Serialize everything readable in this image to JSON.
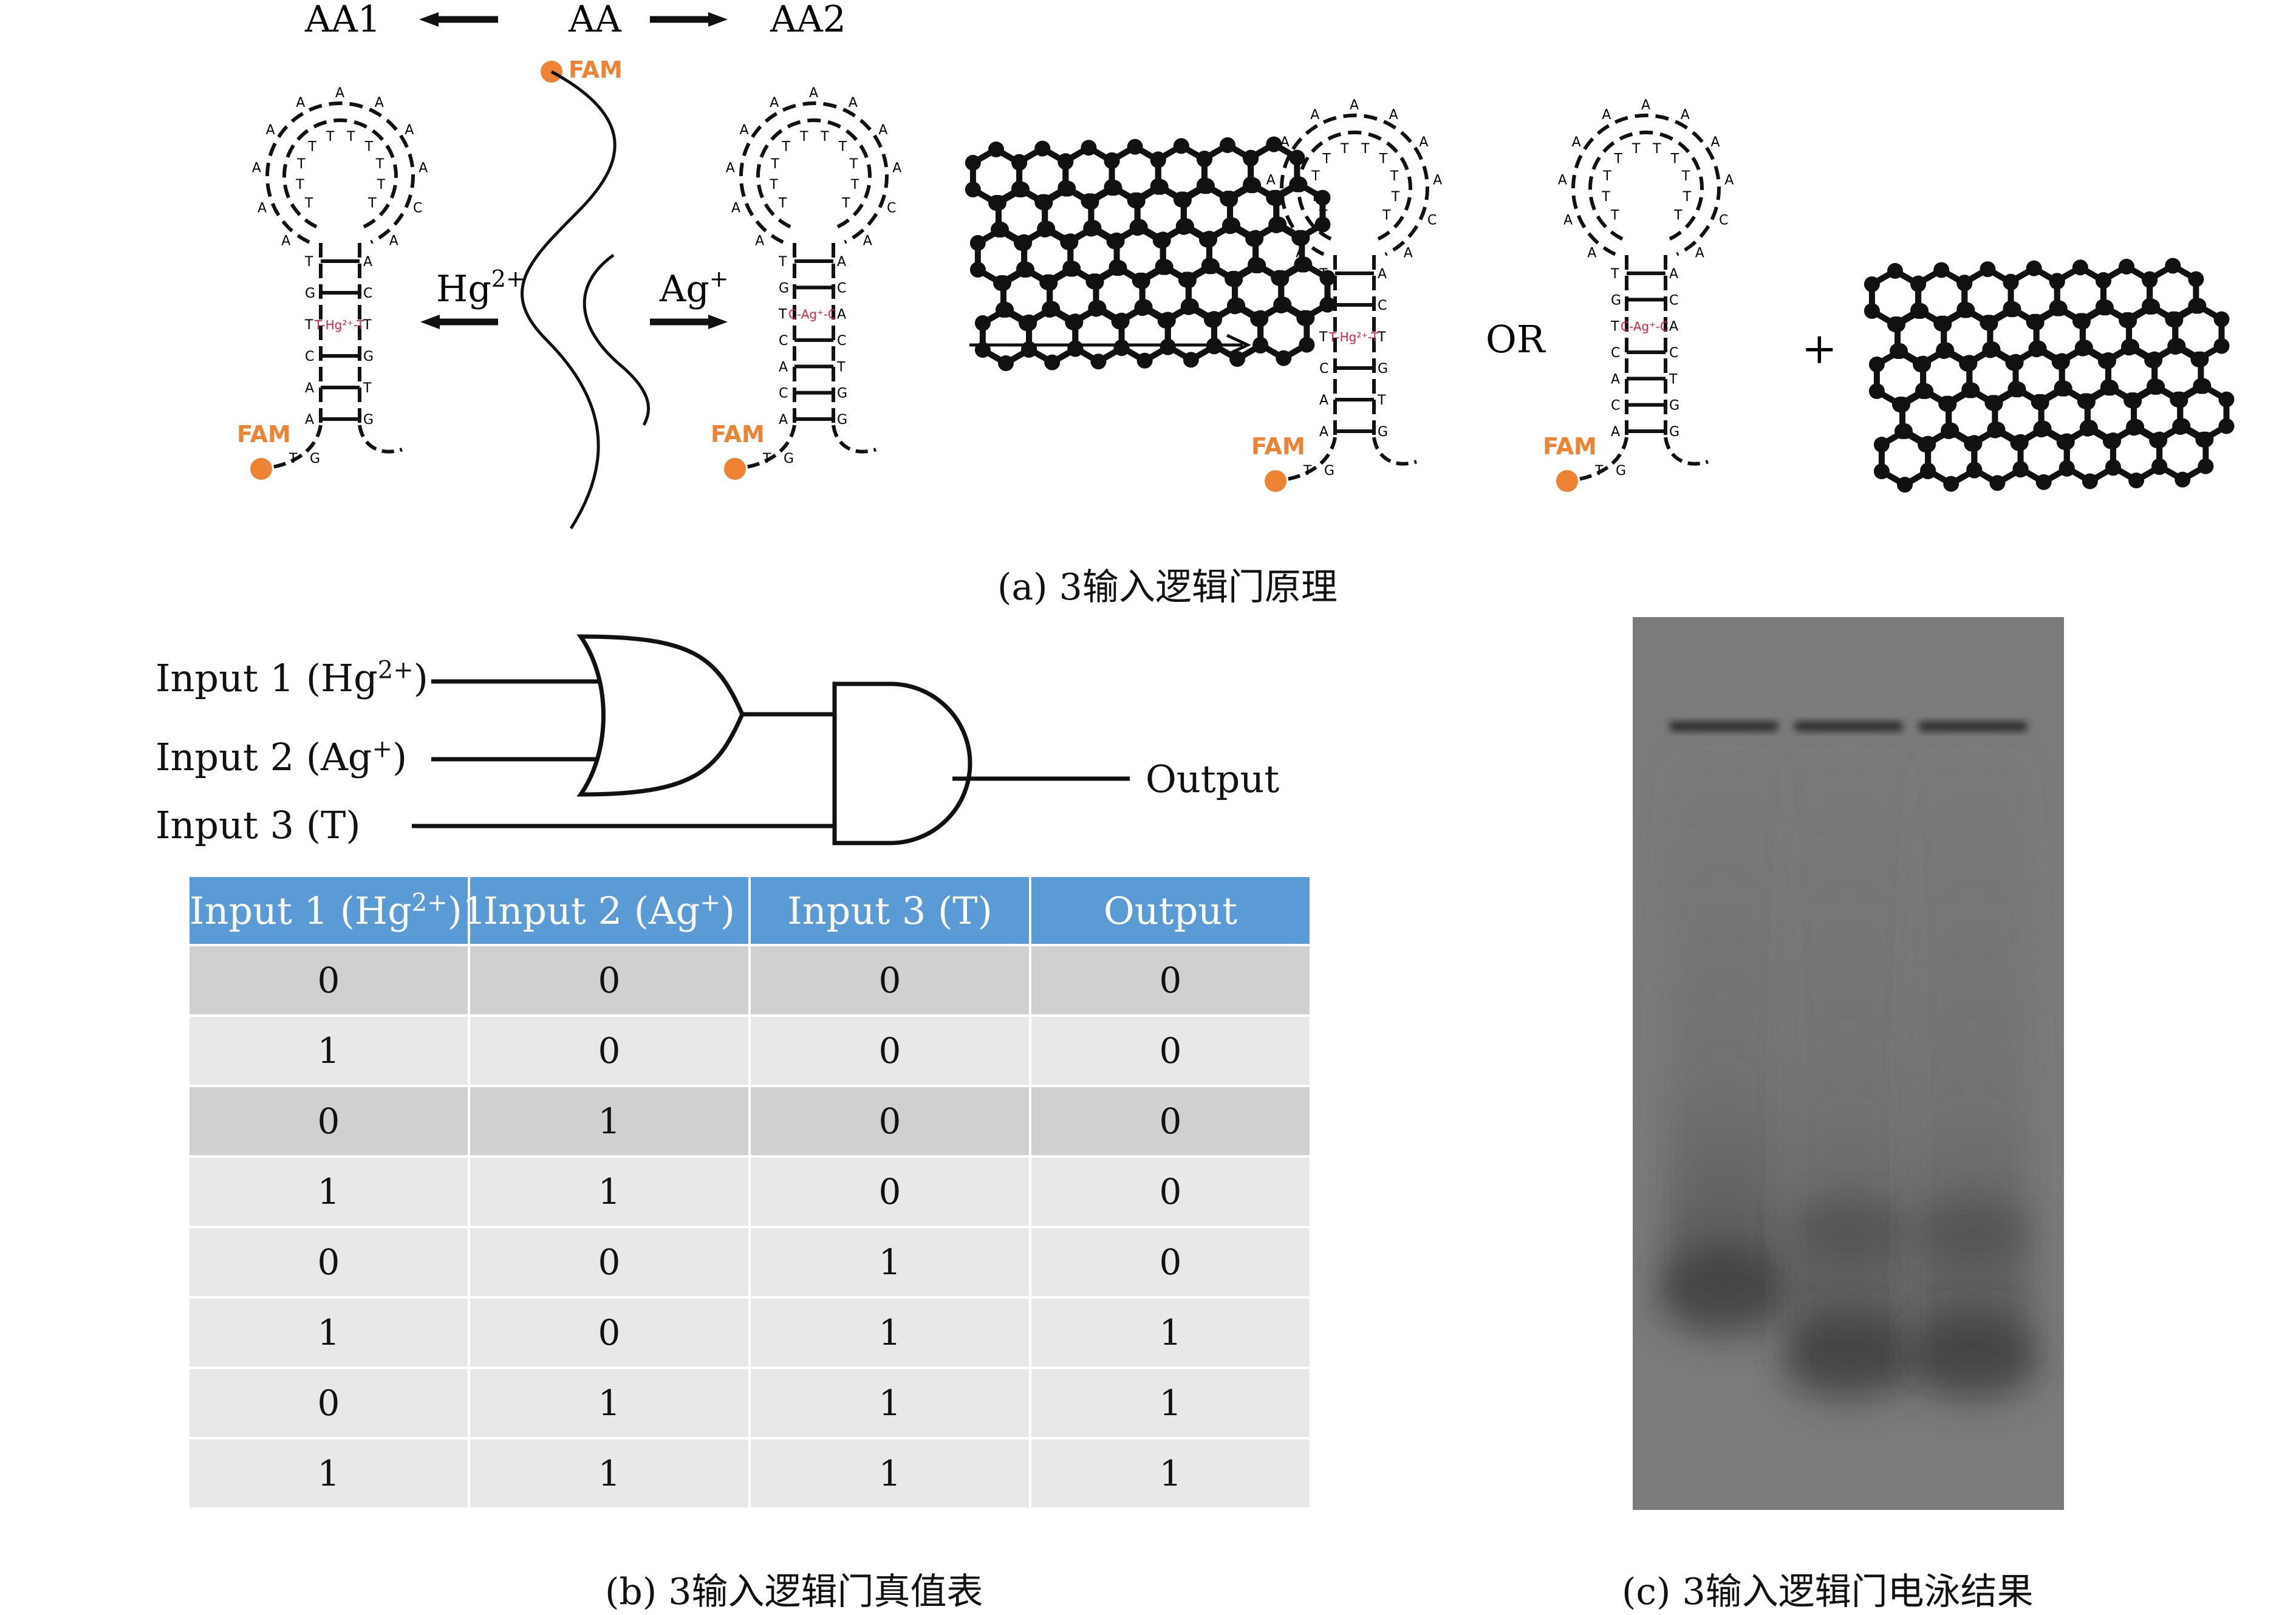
{
  "panel_a": {
    "caption": "(a) 3输入逻辑门原理",
    "top_left_label": "AA1",
    "top_center_label": "AA",
    "top_right_label": "AA2",
    "hg_label": "Hg",
    "hg_sup": "2+",
    "ag_label": "Ag",
    "ag_sup": "+",
    "fam_label": "FAM",
    "or_label": "OR",
    "plus_label": "+",
    "hairpin1": {
      "loop_outer": [
        "A",
        "A",
        "A",
        "A",
        "A",
        "A",
        "A",
        "A",
        "A",
        "C",
        "A"
      ],
      "loop_inner": [
        "T",
        "T",
        "T",
        "T",
        "T",
        "T",
        "T",
        "T",
        "T",
        "T"
      ],
      "stem_left": [
        "T",
        "G",
        "T",
        "C",
        "A",
        "A"
      ],
      "stem_right": [
        "A",
        "C",
        "T",
        "G",
        "T",
        "G"
      ],
      "mismatch": "T-Hg²⁺-T",
      "tail": [
        "G",
        "T"
      ]
    },
    "hairpin2": {
      "loop_outer": [
        "A",
        "A",
        "A",
        "A",
        "A",
        "A",
        "A",
        "A",
        "A",
        "C",
        "A"
      ],
      "loop_inner": [
        "T",
        "T",
        "T",
        "T",
        "T",
        "T",
        "T",
        "T",
        "T",
        "T"
      ],
      "stem_left": [
        "T",
        "G",
        "T",
        "C",
        "A",
        "C",
        "A"
      ],
      "stem_right": [
        "A",
        "C",
        "A",
        "C",
        "T",
        "G",
        "G"
      ],
      "mismatch": "C-Ag⁺-C",
      "tail": [
        "G",
        "T"
      ]
    }
  },
  "panel_b": {
    "caption": "(b) 3输入逻辑门真值表",
    "input1_label": "Input 1 (Hg",
    "input1_sup": "2+",
    "input1_close": ")",
    "input2_label": "Input 2 (Ag",
    "input2_sup": "+",
    "input2_close": ")",
    "input3_label": "Input 3 (T)",
    "output_label": "Output",
    "table": {
      "headers": [
        {
          "text": "Input 1 (Hg",
          "sup": "2+",
          "tail": ")1"
        },
        {
          "text": "Input 2 (Ag",
          "sup": "+",
          "tail": ")"
        },
        {
          "text": "Input 3 (T)",
          "sup": "",
          "tail": ""
        },
        {
          "text": "Output",
          "sup": "",
          "tail": ""
        }
      ],
      "rows": [
        [
          "0",
          "0",
          "0",
          "0"
        ],
        [
          "1",
          "0",
          "0",
          "0"
        ],
        [
          "0",
          "1",
          "0",
          "0"
        ],
        [
          "1",
          "1",
          "0",
          "0"
        ],
        [
          "0",
          "0",
          "1",
          "0"
        ],
        [
          "1",
          "0",
          "1",
          "1"
        ],
        [
          "0",
          "1",
          "1",
          "1"
        ],
        [
          "1",
          "1",
          "1",
          "1"
        ]
      ]
    }
  },
  "panel_c": {
    "caption": "(c) 3输入逻辑门电泳结果",
    "lane_count": 3
  },
  "colors": {
    "fam_orange": "#ee8433",
    "mismatch_red": "#e0203a",
    "header_blue": "#5b9bd5",
    "row_dark": "#d0d0d0",
    "row_light": "#e8e8e8",
    "gel_gray": "#7a7a7a"
  }
}
